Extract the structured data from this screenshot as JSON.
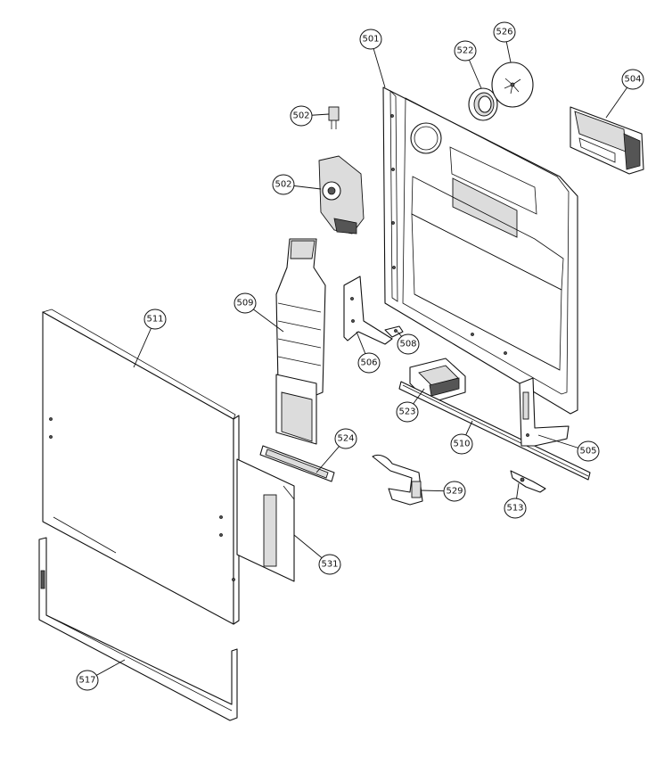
{
  "callouts": [
    {
      "id": "501",
      "label": "501"
    },
    {
      "id": "502a",
      "label": "502"
    },
    {
      "id": "502b",
      "label": "502"
    },
    {
      "id": "504",
      "label": "504"
    },
    {
      "id": "505",
      "label": "505"
    },
    {
      "id": "506",
      "label": "506"
    },
    {
      "id": "508",
      "label": "508"
    },
    {
      "id": "509",
      "label": "509"
    },
    {
      "id": "510",
      "label": "510"
    },
    {
      "id": "511",
      "label": "511"
    },
    {
      "id": "513",
      "label": "513"
    },
    {
      "id": "517",
      "label": "517"
    },
    {
      "id": "522",
      "label": "522"
    },
    {
      "id": "523",
      "label": "523"
    },
    {
      "id": "524",
      "label": "524"
    },
    {
      "id": "526",
      "label": "526"
    },
    {
      "id": "529",
      "label": "529"
    },
    {
      "id": "531",
      "label": "531"
    }
  ]
}
